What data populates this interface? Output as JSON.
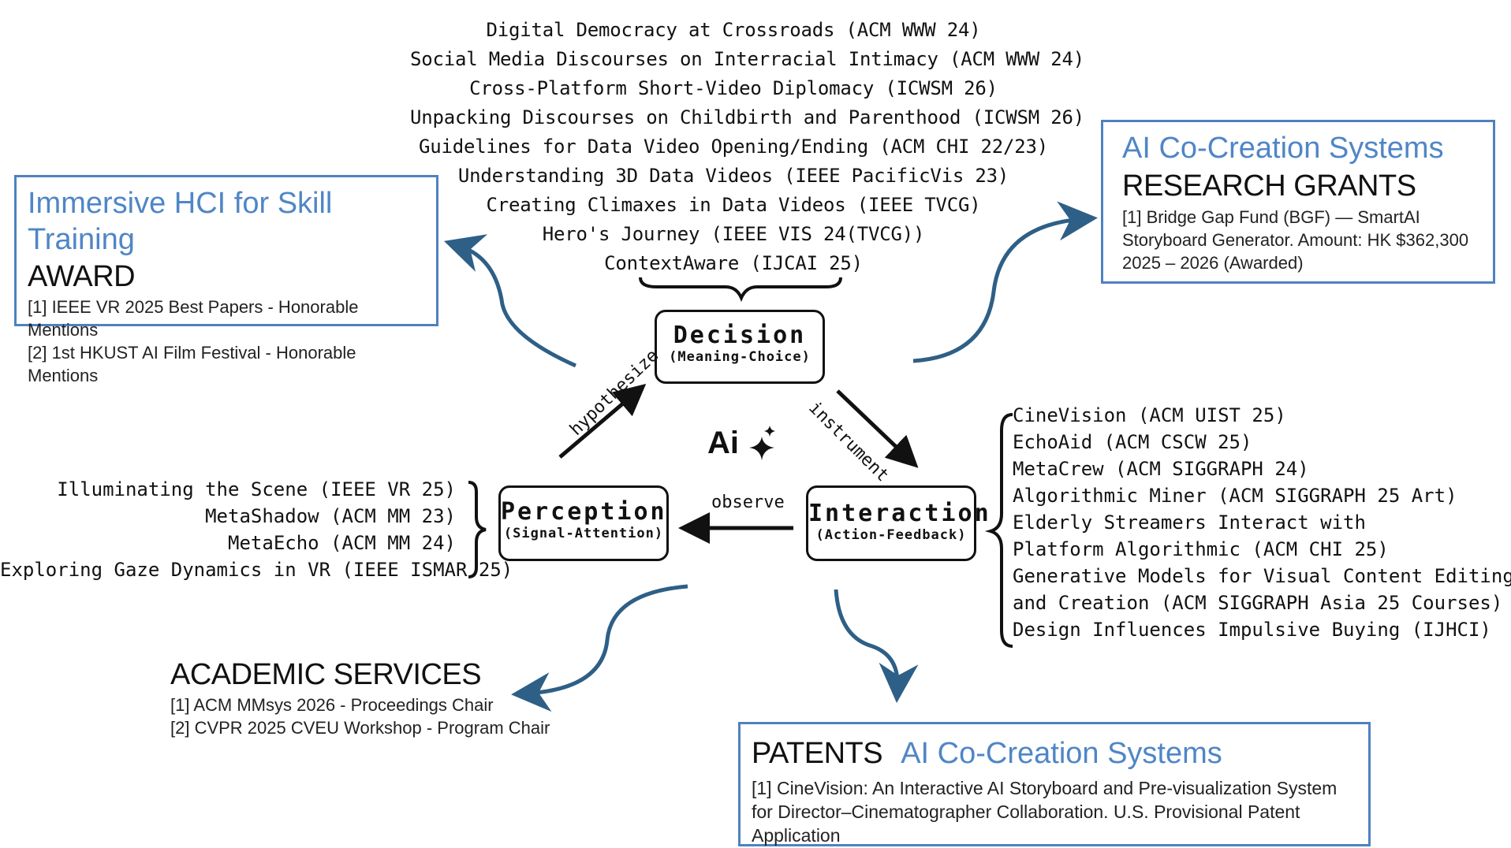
{
  "top_papers": [
    "Digital Democracy at Crossroads (ACM WWW 24)",
    "Social Media Discourses on Interracial Intimacy (ACM WWW 24)",
    "Cross-Platform Short-Video Diplomacy (ICWSM 26)",
    "Unpacking Discourses on Childbirth and Parenthood (ICWSM 26)",
    "Guidelines for Data Video Opening/Ending (ACM CHI 22/23)",
    "Understanding 3D Data Videos (IEEE PacificVis 23)",
    "Creating Climaxes in Data Videos (IEEE TVCG)",
    "Hero's Journey (IEEE VIS 24(TVCG))",
    "ContextAware (IJCAI 25)"
  ],
  "award_box": {
    "theme": "Immersive HCI for Skill Training",
    "heading": "AWARD",
    "items": [
      "[1] IEEE VR 2025 Best Papers - Honorable Mentions",
      "[2] 1st HKUST AI Film Festival - Honorable Mentions"
    ]
  },
  "grants_box": {
    "theme": "AI Co-Creation Systems",
    "heading": "RESEARCH GRANTS",
    "items": [
      "[1] Bridge Gap Fund (BGF) — SmartAI",
      "Storyboard Generator. Amount: HK $362,300",
      "2025 – 2026 (Awarded)"
    ]
  },
  "nodes": {
    "decision": {
      "title": "Decision",
      "subtitle": "(Meaning-Choice)"
    },
    "perception": {
      "title": "Perception",
      "subtitle": "(Signal-Attention)"
    },
    "interaction": {
      "title": "Interaction",
      "subtitle": "(Action-Feedback)"
    }
  },
  "edges": {
    "hypothesize": "hypothesize",
    "instrument": "instrument",
    "observe": "observe"
  },
  "ai_logo": "Ai",
  "perception_papers": [
    "Illuminating the Scene (IEEE VR 25)",
    "MetaShadow (ACM MM 23)",
    "MetaEcho (ACM MM 24)",
    "Exploring Gaze Dynamics in VR (IEEE ISMAR 25)"
  ],
  "interaction_papers": [
    "CineVision (ACM UIST 25)",
    "EchoAid (ACM CSCW 25)",
    "MetaCrew (ACM SIGGRAPH 24)",
    "Algorithmic Miner (ACM SIGGRAPH 25 Art)",
    "Elderly Streamers Interact with",
    "Platform Algorithmic (ACM CHI 25)",
    "Generative Models for Visual Content Editing",
    "and Creation (ACM SIGGRAPH Asia 25 Courses)",
    "Design Influences Impulsive Buying (IJHCI)"
  ],
  "services": {
    "heading": "ACADEMIC SERVICES",
    "items": [
      "[1] ACM MMsys 2026 - Proceedings Chair",
      "[2] CVPR 2025 CVEU Workshop - Program Chair"
    ]
  },
  "patents_box": {
    "heading": "PATENTS",
    "theme": "AI Co-Creation Systems",
    "items": [
      "[1] CineVision: An Interactive AI Storyboard and Pre-visualization System",
      "for Director–Cinematographer Collaboration. U.S. Provisional Patent",
      "Application"
    ]
  },
  "colors": {
    "theme_blue": "#4f86c6",
    "box_border": "#4f82bf",
    "curve_arrow": "#2e5f86",
    "node_border": "#111111"
  }
}
